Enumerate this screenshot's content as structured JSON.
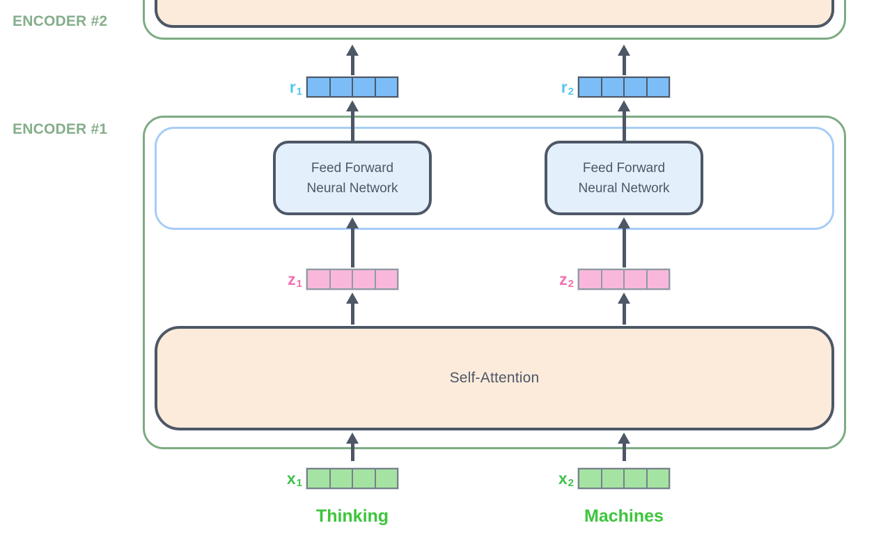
{
  "labels": {
    "encoder2": "ENCODER #2",
    "encoder1": "ENCODER #1"
  },
  "ffnn": {
    "line1": "Feed Forward",
    "line2": "Neural Network"
  },
  "self_attention": {
    "label": "Self-Attention"
  },
  "vectors": {
    "r1": {
      "base": "r",
      "sub": "1"
    },
    "r2": {
      "base": "r",
      "sub": "2"
    },
    "z1": {
      "base": "z",
      "sub": "1"
    },
    "z2": {
      "base": "z",
      "sub": "2"
    },
    "x1": {
      "base": "x",
      "sub": "1"
    },
    "x2": {
      "base": "x",
      "sub": "2"
    }
  },
  "tokens": {
    "left": "Thinking",
    "right": "Machines"
  },
  "cells_per_vector": 4,
  "colors": {
    "encoder-green": "#7CAB82",
    "label-green": "#85AE8B",
    "dark-slate": "#4D5766",
    "blue-border": "#A6CDF6",
    "ffnn-fill": "#E3F0FC",
    "peach-fill": "#FCEBDB",
    "r-label": "#55C5F2",
    "r-fill": "#7CBDF8",
    "r-border": "#4E5A68",
    "z-label": "#F170AE",
    "z-fill": "#FAB7DC",
    "z-border": "#9199A4",
    "x-label": "#40C24A",
    "x-fill": "#A5E3A2",
    "x-border": "#75808A",
    "token-green": "#3DC53D"
  }
}
